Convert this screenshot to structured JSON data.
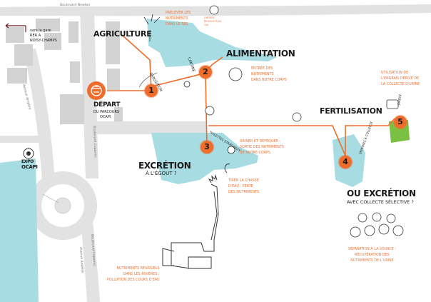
{
  "colors": {
    "route": "#ee6d2c",
    "water": "#a7dce3",
    "building": "#d2d2d2",
    "road": "#e2e2e2",
    "garden": "#7ac143"
  },
  "streets": {
    "newton": "Boulevard Newton",
    "ampere_left": "Avenue Ampère",
    "copernic_top": "Boulevard Copernic",
    "ampere_bottom": "Avenue Ampère",
    "copernic_bottom": "Boulevard Copernic"
  },
  "station": {
    "line1": "vers la gare",
    "line2": "RER A",
    "line3": "NOISY-CHAMPS"
  },
  "start": {
    "title": "DÉPART",
    "line1": "DU PARCOURS",
    "line2": "OCAPI"
  },
  "expo": {
    "line1": "EXPO",
    "line2": "OCAPI"
  },
  "stops": [
    {
      "number": "1",
      "title": "AGRICULTURE",
      "arc": "EXPOSITION",
      "notes": [
        "PRÉLEVER LES",
        "NUTRIMENTS",
        "DANS LE SOL"
      ],
      "sprout": [
        "GROSSE",
        "PRODUCTION",
        "OUI"
      ]
    },
    {
      "number": "2",
      "title": "ALIMENTATION",
      "arc": "CANTINE",
      "notes": [
        "ENTRÉE DES",
        "NUTRIMENTS",
        "DANS NOTRE CORPS"
      ]
    },
    {
      "number": "3",
      "title": "EXCRÉTION",
      "subtitle": "À L'ÉGOUT ?",
      "arc": "TOILETTES STANDARDS",
      "notes": [
        "URINER ET DÉFÉQUER :",
        "SORTIE DES NUTRIMENTS",
        "DE NOTRE CORPS"
      ],
      "notes2": [
        "TIRER LA CHASSE",
        "D'EAU : PERTE",
        "DES NUTRIMENTS"
      ]
    },
    {
      "number": "4",
      "title": "OU EXCRÉTION",
      "subtitle": "AVEC COLLECTE SÉLECTIVE ?",
      "arc": "URINOIRS À COLLECTE",
      "notes": [
        "SÉPARATION À LA SOURCE :",
        "RÉCUPÉRATION DES",
        "NUTRIMENTS DE L'URINE"
      ]
    },
    {
      "number": "5",
      "title": "FERTILISATION",
      "arc": "JARDIN",
      "notes": [
        "UTILISATION DE",
        "L'ENGRAIS DÉRIVÉ DE",
        "LA COLLECTE D'URINE"
      ]
    }
  ],
  "pollution": [
    "NUTRIMENTS RÉSIDUELS",
    "DANS LES RIVIÈRES :",
    "POLLUTION DES COURS D'EAU"
  ]
}
